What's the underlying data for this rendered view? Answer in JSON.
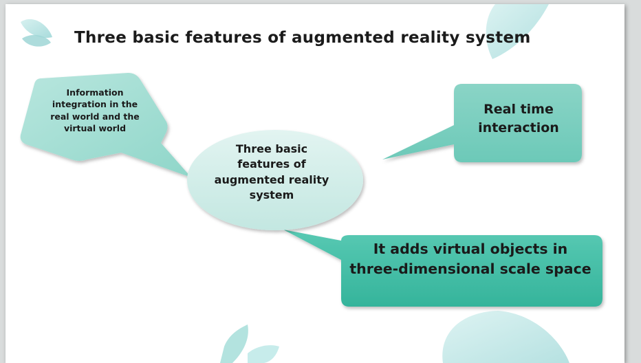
{
  "title": "Three basic features of augmented reality system",
  "nodes": {
    "center": "Three basic features of augmented reality system",
    "top_left": "Information integration in the real world and the virtual world",
    "top_right": "Real time interaction",
    "bottom_right": "It adds virtual objects in three-dimensional scale space"
  },
  "colors": {
    "bubble_light": "#cbeae5",
    "bubble_mid": "#8fd6c9",
    "bubble_dark": "#3bbfa8",
    "leaf": "#bfe6e4"
  }
}
